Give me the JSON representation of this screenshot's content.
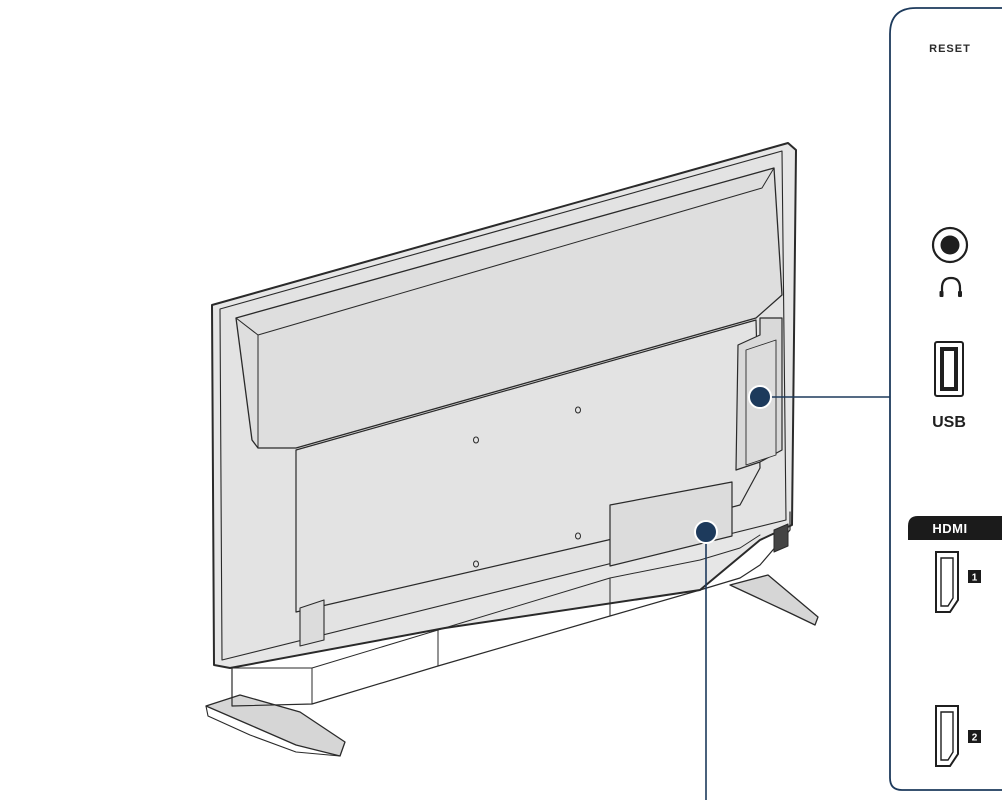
{
  "panel": {
    "reset_label": "RESET",
    "headphone_icon": "headphone-icon",
    "usb_label": "USB",
    "hdmi_logo": "HDMI",
    "hdmi_ports": [
      {
        "number": "1"
      },
      {
        "number": "2"
      }
    ]
  },
  "colors": {
    "tv_body": "#e3e3e3",
    "tv_outline": "#2a2a2a",
    "callout_line": "#1d3a5c",
    "callout_dot": "#1d3a5c",
    "panel_border": "#1d3a5c",
    "hdmi_badge": "#1b1b1b"
  }
}
